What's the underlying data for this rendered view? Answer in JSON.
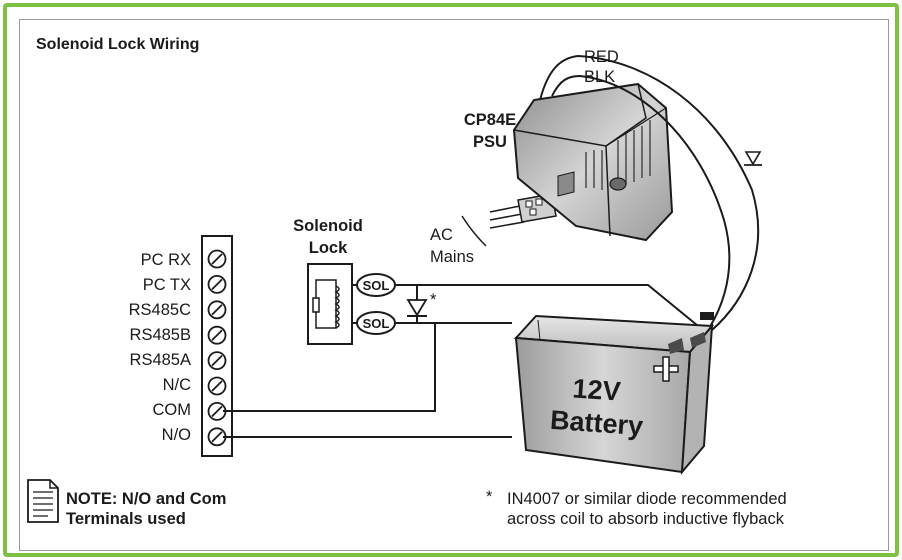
{
  "title": "Solenoid Lock Wiring",
  "terminals": [
    "PC RX",
    "PC TX",
    "RS485C",
    "RS485B",
    "RS485A",
    "N/C",
    "COM",
    "N/O"
  ],
  "solenoid": {
    "title_line1": "Solenoid",
    "title_line2": "Lock",
    "sol_label": "SOL",
    "diode_star": "*"
  },
  "psu": {
    "name_line1": "CP84E",
    "name_line2": "PSU",
    "wire_red": "RED",
    "wire_blk": "BLK",
    "ac_line1": "AC",
    "ac_line2": "Mains"
  },
  "battery": {
    "line1": "12V",
    "line2": "Battery",
    "minus": "−",
    "plus": "+"
  },
  "note": {
    "line1": "NOTE: N/O and Com",
    "line2": "Terminals used"
  },
  "footnote": {
    "star": "*",
    "line1": "IN4007 or similar diode recommended",
    "line2": "across coil to absorb inductive flyback"
  },
  "colors": {
    "frame": "#7dc142",
    "ink": "#1b1b1b",
    "battery_fill": "#d9d9d9",
    "psu_fill": "#bfbfbf"
  }
}
